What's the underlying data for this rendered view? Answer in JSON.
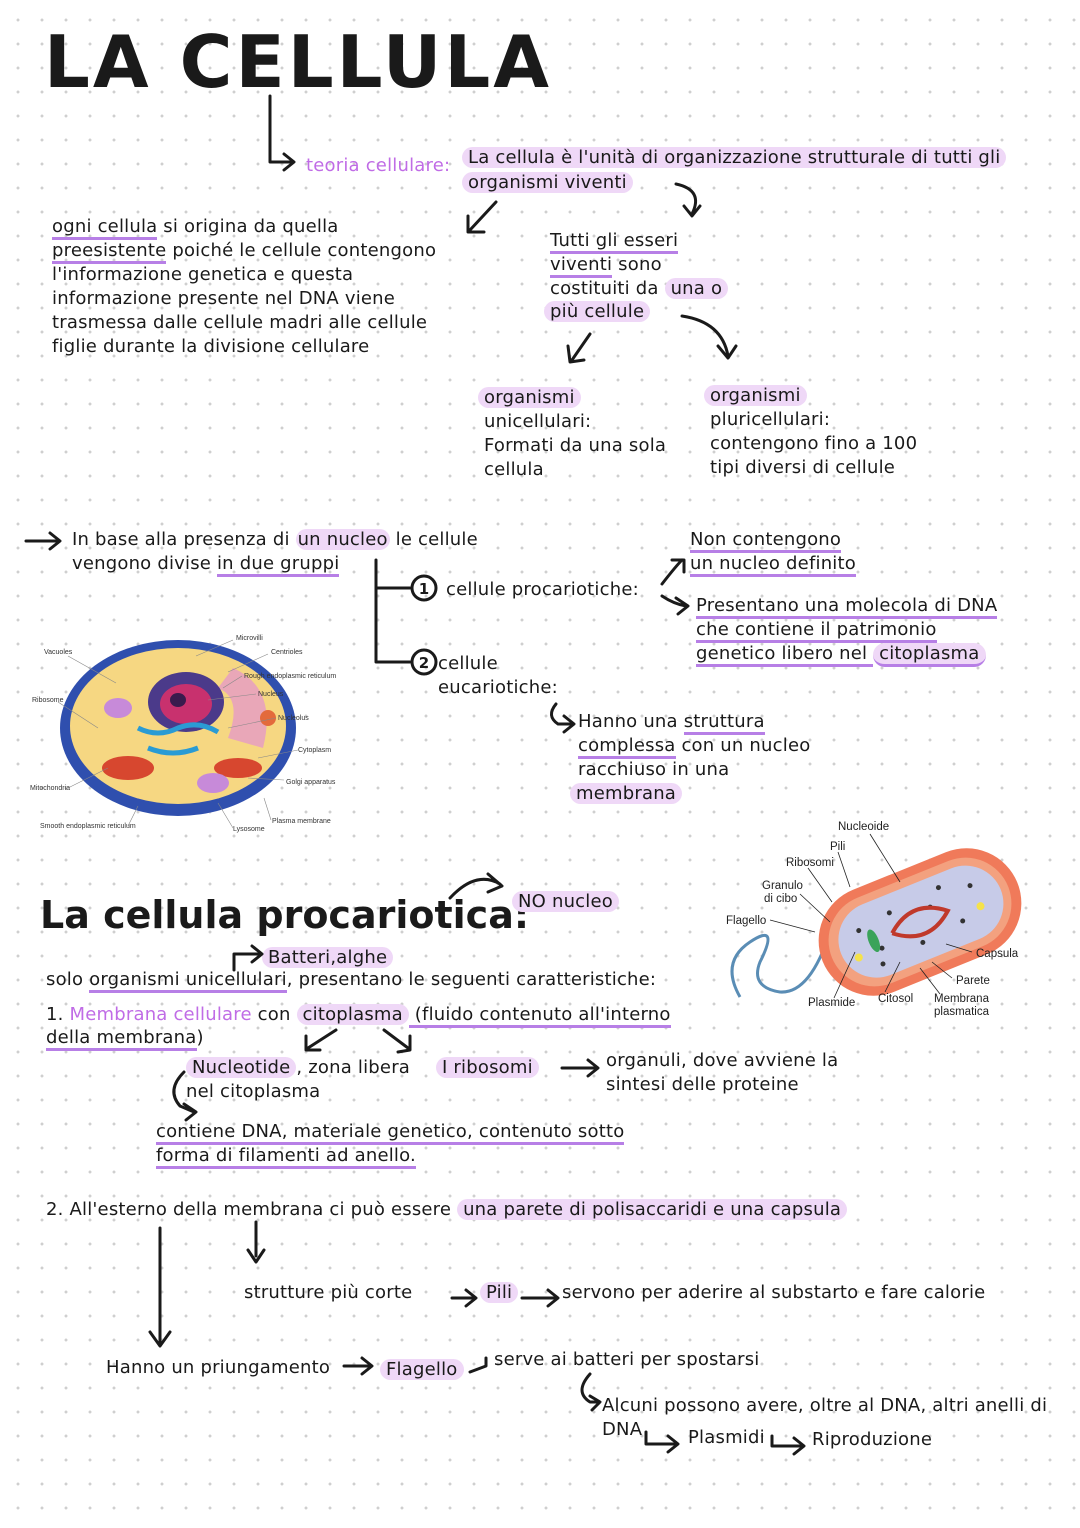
{
  "title": "LA CELLULA",
  "teoria": {
    "label": "teoria cellulare:",
    "line1": "La cellula è l'unità di organizzazione strutturale di tutti gli",
    "line2": "organismi viventi"
  },
  "origine": {
    "l1a": "ogni cellula",
    "l1b": " si origina da quella",
    "l2a": "preesistente",
    "l2b": " poiché le cellule contengono",
    "l3": "l'informazione genetica e questa",
    "l4": "informazione presente nel DNA viene",
    "l5": "trasmessa dalle cellule madri alle cellule",
    "l6": "figlie durante la divisione cellulare"
  },
  "tutti": {
    "l1": "Tutti gli esseri",
    "l2a": "viventi",
    "l2b": " sono",
    "l3a": "costituiti da ",
    "l3b": "una o",
    "l4": "più cellule"
  },
  "unicellulari": {
    "l1": "organismi",
    "l2": "unicellulari:",
    "l3": "Formati da una sola",
    "l4": "cellula"
  },
  "pluricellulari": {
    "l1": "organismi",
    "l2": "pluricellulari:",
    "l3": "contengono fino a 100",
    "l4": "tipi diversi di cellule"
  },
  "nucleo": {
    "l1a": "In base alla presenza di ",
    "l1b": "un nucleo",
    "l1c": " le cellule",
    "l2a": "vengono divise ",
    "l2b": "in due gruppi"
  },
  "gruppi": {
    "n1": "1",
    "n2": "2",
    "proc": "cellule procariotiche:",
    "euc1": "cellule",
    "euc2": "eucariotiche:",
    "nonc1": "Non contengono",
    "nonc2": "un nucleo definito",
    "pres1": "Presentano una molecola di DNA",
    "pres2": "che contiene il patrimonio",
    "pres3a": "genetico libero nel ",
    "pres3b": "citoplasma",
    "hanno1a": "Hanno una ",
    "hanno1b": "struttura",
    "hanno2": "complessa",
    "hanno2b": " con un nucleo",
    "hanno3": "racchiuso in una",
    "hanno4": "membrana"
  },
  "euk_figure": {
    "labels": [
      "Vacuoles",
      "Microvilli",
      "Centrioles",
      "Rough endoplasmic reticulum",
      "Nucleus",
      "Ribosome",
      "Nucleolus",
      "Cytoplasm",
      "Golgi apparatus",
      "Mitochondria",
      "Plasma membrane",
      "Smooth endoplasmic reticulum",
      "Lysosome"
    ]
  },
  "prok_figure": {
    "labels": [
      "Nucleoide",
      "Pili",
      "Ribosomi",
      "Granulo",
      "di cibo",
      "Flagello",
      "Capsula",
      "Parete",
      "Membrana",
      "plasmatica",
      "Plasmide",
      "Citosol"
    ]
  },
  "procariotica": {
    "title": "La cellula procariotica:",
    "no_nucleo": "NO nucleo",
    "batteri": "Batteri,alghe",
    "intro_a": "solo ",
    "intro_b": "organismi unicellulari",
    "intro_c": ", presentano le seguenti caratteristiche:",
    "p1_num": "1.",
    "p1_a": "Membrana cellulare",
    "p1_b": " con ",
    "p1_c": "citoplasma",
    "p1_d": " (fluido contenuto all'interno",
    "p1_e": "della membrana",
    "p1_f": ")",
    "nucleotide_a": "Nucleotide",
    "nucleotide_b": ", zona libera",
    "nucleotide_c": "nel citoplasma",
    "ribosomi": "I ribosomi",
    "organuli1": "organuli, dove avviene la",
    "organuli2": "sintesi delle proteine",
    "contiene1": "contiene DNA, materiale genetico, contenuto sotto",
    "contiene2": "forma di filamenti ad anello.",
    "p2_a": "2. All'esterno della membrana ci può essere ",
    "p2_b": "una parete di polisaccaridi e una capsula",
    "strutture": "strutture più corte",
    "pili": "Pili",
    "servono": "servono per aderire al substarto e fare calorie",
    "prolungamento": "Hanno un priungamento",
    "flagello": "Flagello",
    "serve": "serve ai batteri per spostarsi",
    "alcuni": "Alcuni possono avere, oltre al DNA, altri anelli di",
    "dna": "DNA",
    "plasmidi": "Plasmidi",
    "riproduzione": "Riproduzione"
  },
  "colors": {
    "accent": "#c06ce6",
    "highlight": "#efd8f7",
    "underline": "#b77fe6",
    "ink": "#1a1a1a"
  }
}
